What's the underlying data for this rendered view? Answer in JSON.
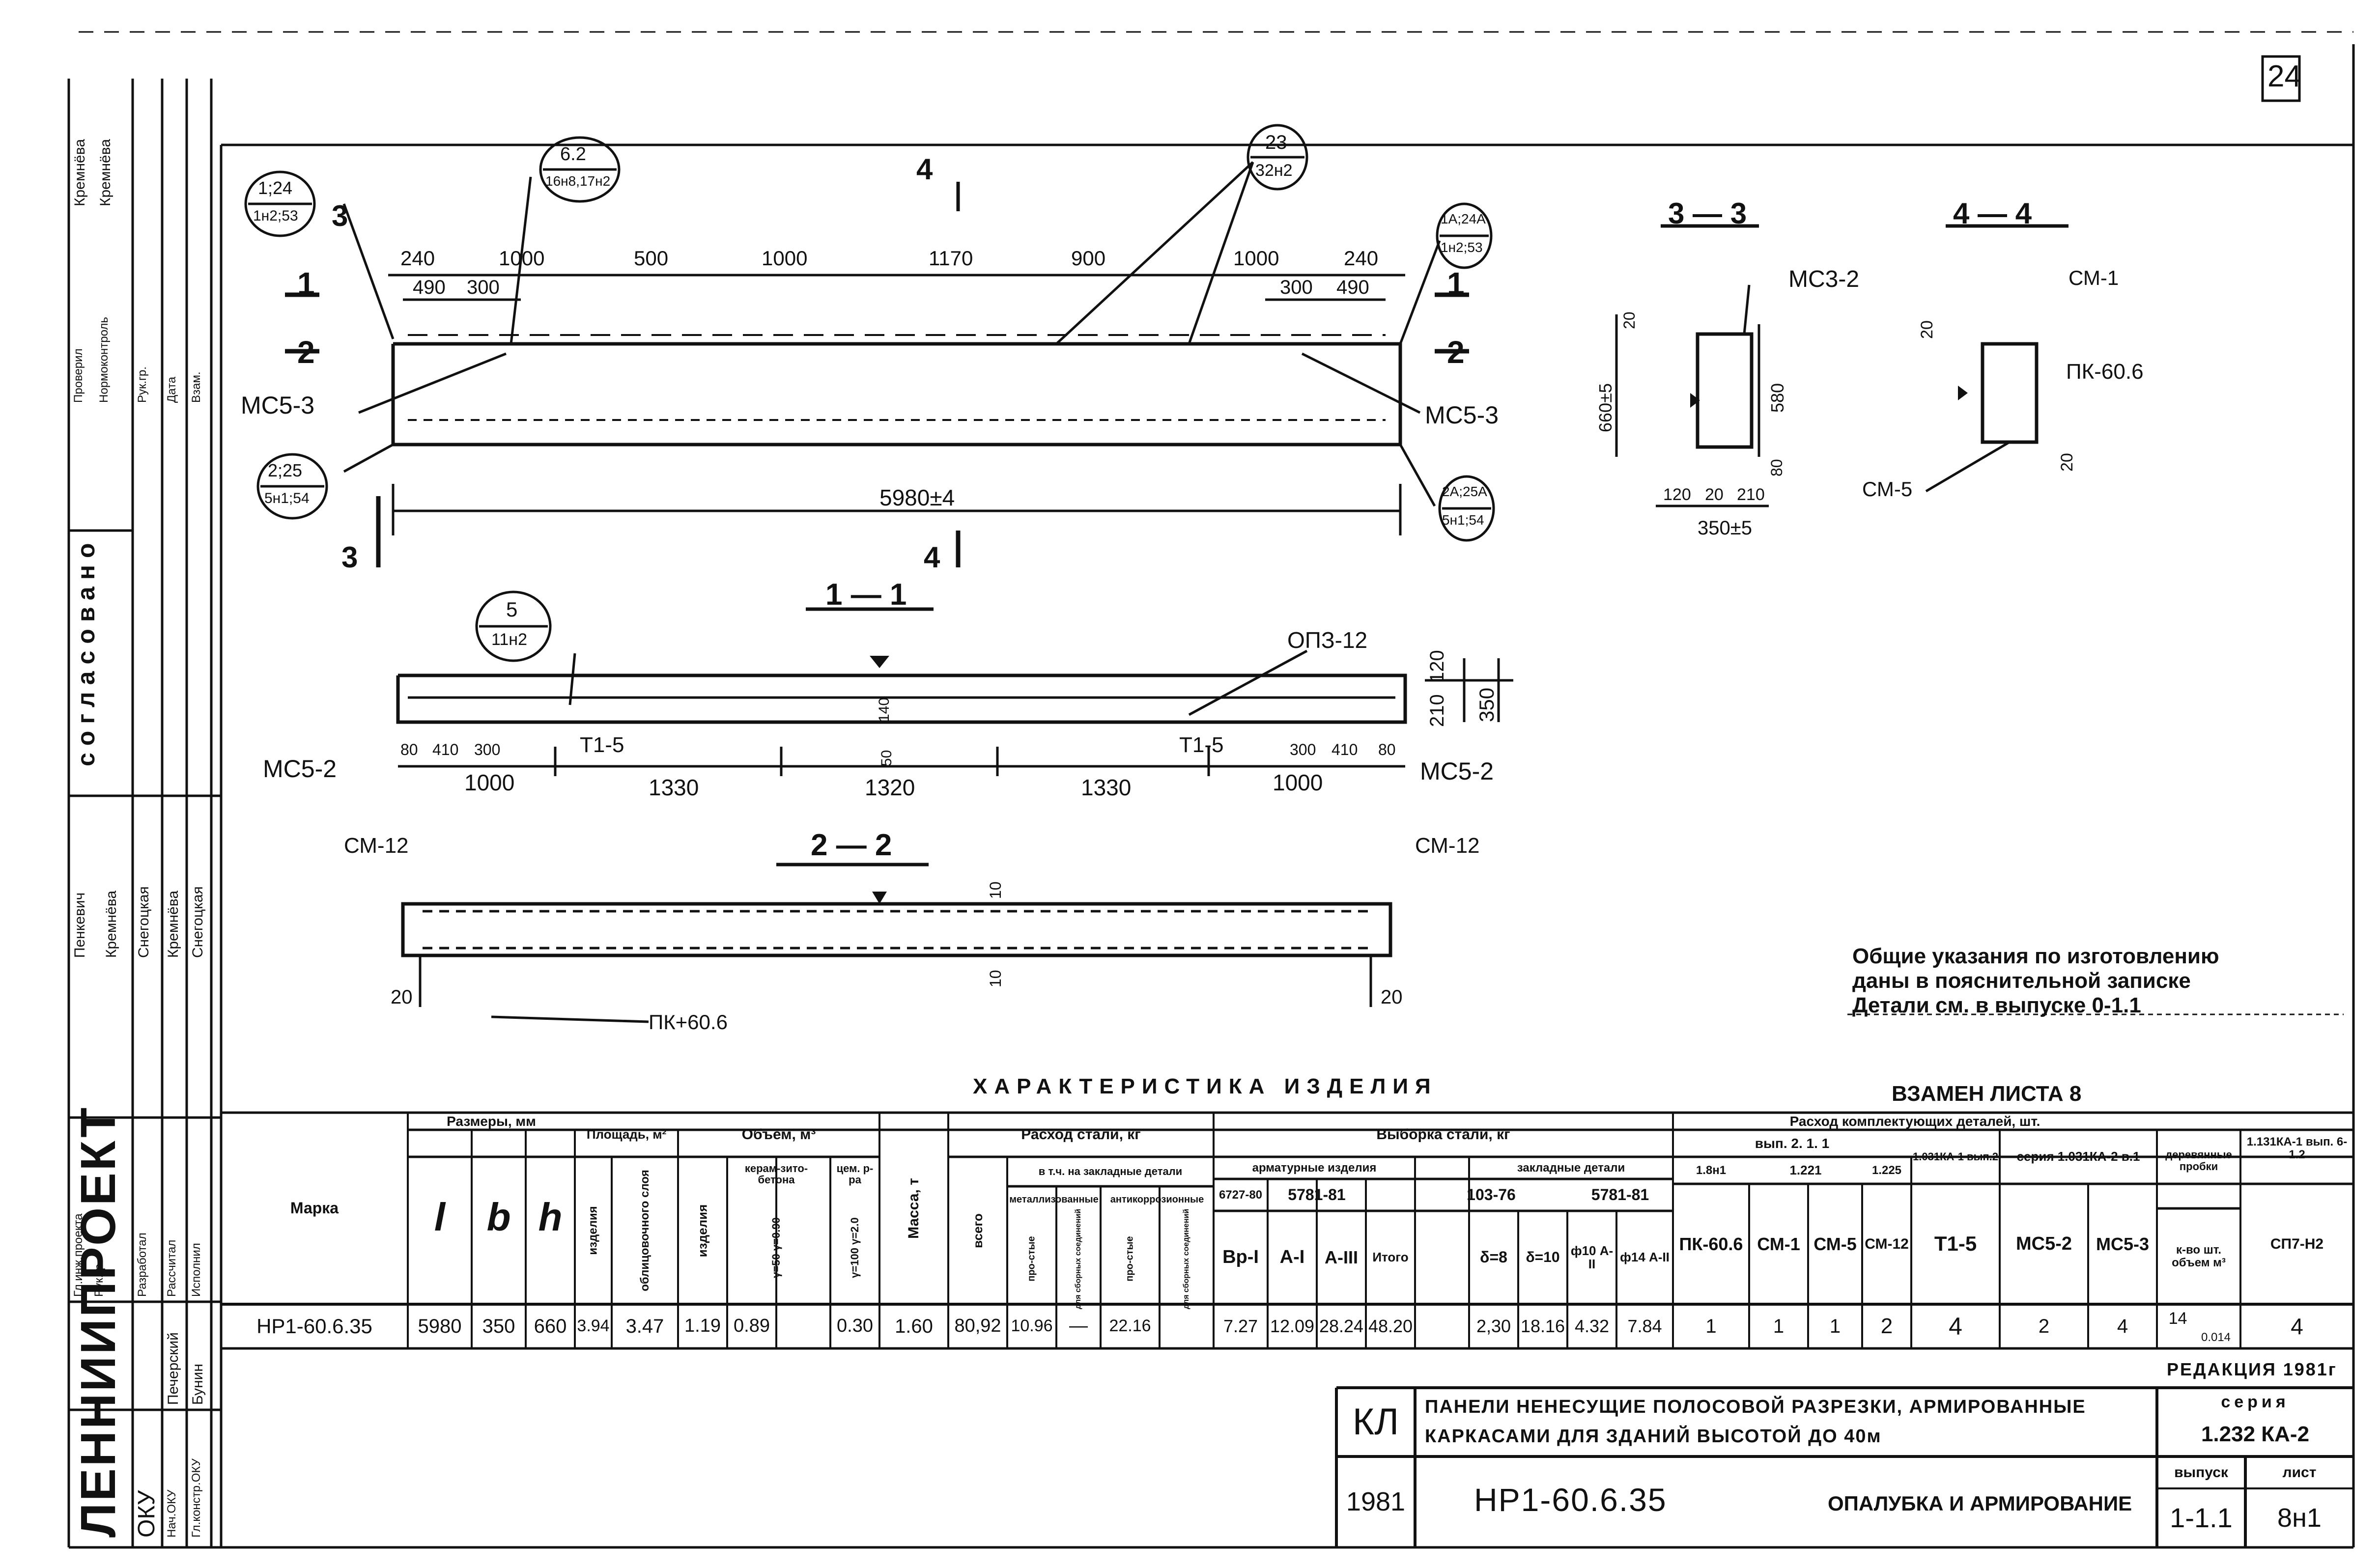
{
  "sheet": {
    "number": "24"
  },
  "sidebar": {
    "org": "ЛЕННИИПРОЕКТ",
    "dept": "ОКУ",
    "agreed": "согласовано",
    "roles": [
      "Гл.инж.проекта",
      "Рук.гр.",
      "Разработал",
      "Рассчитал",
      "Исполнил",
      "Нач.ОКУ",
      "Гл.констр.ОКУ"
    ],
    "names": [
      "Пенкевич",
      "Кремнёва",
      "Снегоцкая",
      "Кремнёва",
      "Снегоцкая",
      "Печерский",
      "Бунин"
    ],
    "top_roles": [
      "Проверил",
      "Нормоконтроль",
      "Рук.гр.",
      "Дата",
      "Взам."
    ],
    "top_names": [
      "Кремнёва",
      "Кремнёва"
    ]
  },
  "callouts": {
    "a": {
      "top": "1;24",
      "bottom": "1н2;53"
    },
    "b": {
      "top": "6.2",
      "bottom": "16н8,17н2"
    },
    "c": {
      "top": "23",
      "bottom": "32н2"
    },
    "d": {
      "top": "1А;24А",
      "bottom": "1н2;53"
    },
    "e": {
      "top": "2;25",
      "bottom": "5н1;54"
    },
    "f": {
      "top": "2А;25А",
      "bottom": "5н1;54"
    },
    "g": {
      "top": "5",
      "bottom": "11н2"
    }
  },
  "elevation": {
    "dims_top": [
      "240",
      "1000",
      "500",
      "1000",
      "1170",
      "900",
      "1000",
      "240"
    ],
    "dims_sub": [
      "490",
      "300",
      "300",
      "490"
    ],
    "overall": "5980±4",
    "marks": {
      "mc5_3_left": "МС5-3",
      "mc5_3_right": "МС5-3"
    },
    "cuts": {
      "c1": "1",
      "c2": "2",
      "c3": "3",
      "c4": "4"
    }
  },
  "section11": {
    "title": "1 — 1",
    "opz": "ОПЗ-12",
    "mc5_2": "МС5-2",
    "t1_5": "Т1-5",
    "dims_bottom": [
      "1000",
      "1330",
      "1320",
      "1330",
      "1000"
    ],
    "dims_sub": [
      "80",
      "410",
      "300",
      "300",
      "410",
      "80"
    ],
    "dims_right": [
      "120",
      "210",
      "350"
    ],
    "dim_mid": "140",
    "dim_small": "50"
  },
  "section22": {
    "title": "2 — 2",
    "cm12": "СМ-12",
    "pk": "ПК+60.6",
    "dims": [
      "20",
      "20",
      "10",
      "10"
    ]
  },
  "section33": {
    "title": "3 — 3",
    "mc3": "МС3-2",
    "dims": [
      "20",
      "660±5",
      "580",
      "80",
      "120",
      "20",
      "210",
      "350±5"
    ]
  },
  "section44": {
    "title": "4 — 4",
    "cm1": "СМ-1",
    "cm5": "СМ-5",
    "pk": "ПК-60.6",
    "dims": [
      "20",
      "20"
    ]
  },
  "notes": {
    "line1": "Общие указания по изготовлению",
    "line2": "даны в пояснительной записке",
    "line3": "Детали см. в выпуске  0-1.1",
    "replaces": "ВЗАМЕН ЛИСТА 8"
  },
  "table": {
    "title": "ХАРАКТЕРИСТИКА   ИЗДЕЛИЯ",
    "head": {
      "marka": "Марка",
      "sizes": "Размеры, мм",
      "l": "l",
      "b": "b",
      "h": "h",
      "area": "Площадь, м²",
      "area_item": "изделия",
      "area_face": "облицовочного слоя",
      "volume": "Объем, м³",
      "vol_item": "изделия",
      "vol_keram": "керам-зито-бетона",
      "vol_keram_sub": "γ=50 γ=0.90",
      "vol_cem": "цем. р-ра",
      "vol_cem_sub": "γ=100 γ=2.0",
      "mass": "Масса, т",
      "steel": "Расход стали, кг",
      "steel_total": "всего",
      "steel_incl": "в т.ч. на закладные детали",
      "steel_metal": "металлизованные",
      "steel_rust": "антикоррозионные",
      "steel_prost": "про-стые",
      "steel_forsb": "для сборных соединений",
      "vyborka": "Выборка стали,     кг",
      "armat": "арматурные изделия",
      "zaklad": "закладные детали",
      "gost1": "6727-80",
      "gost2": "5781-81",
      "gost3": "103-76",
      "gost4": "5781-81",
      "vr1": "Вр-I",
      "a1": "А-I",
      "a3": "А-III",
      "itogo": "Итого",
      "d8": "δ=8",
      "d10": "δ=10",
      "f10": "ф10 А-II",
      "f14": "ф14 А-II",
      "komplekt": "Расход комплектующих деталей, шт.",
      "vyp211": "вып. 2. 1. 1",
      "a8n1": "1.8н1",
      "a221": "1.221",
      "a225": "1.225",
      "s1031": "1.031КА-1 вып.2",
      "seria": "серия 1.031КА-2 в.1",
      "derev": "деревянные пробки",
      "s113": "1.131КА-1 вып. 6-1.2",
      "pk606": "ПК-60.6",
      "cm1": "СМ-1",
      "cm5": "СМ-5",
      "cm12": "СМ-12",
      "t15": "Т1-5",
      "mc52": "МС5-2",
      "mc53": "МС5-3",
      "kvo": "к-во шт. объем м³",
      "sp12": "СП7-Н2"
    },
    "row": {
      "marka": "НР1-60.6.35",
      "l": "5980",
      "b": "350",
      "h": "660",
      "area_item": "3.94",
      "area_face": "3.47",
      "vol_item": "1.19",
      "vol_keram": "0.89",
      "vol_cem": "0.30",
      "mass": "1.60",
      "steel_total": "80,92",
      "prost": "10.96",
      "forsb": "—",
      "rust": "22.16",
      "vr1": "7.27",
      "a1": "12.09",
      "a3": "28.24",
      "itogo": "48.20",
      "d8": "2,30",
      "d10": "18.16",
      "f10": "4.32",
      "f14": "7.84",
      "pk606": "1",
      "cm1": "1",
      "cm5": "1",
      "cm12": "2",
      "t15": "4",
      "mc52": "2",
      "mc53": "4",
      "kvo": "14",
      "kvo_vol": "0.014",
      "sp12": "4"
    }
  },
  "stamp": {
    "edition": "РЕДАКЦИЯ 1981г",
    "kl": "КЛ",
    "desc1": "ПАНЕЛИ НЕНЕСУЩИЕ ПОЛОСОВОЙ РАЗРЕЗКИ, АРМИРОВАННЫЕ",
    "desc2": "КАРКАСАМИ    ДЛЯ    ЗДАНИЙ    ВЫСОТОЙ  ДО  40м",
    "seria_label": "серия",
    "seria": "1.232 КА-2",
    "year": "1981",
    "code": "НР1-60.6.35",
    "title": "ОПАЛУБКА И АРМИРОВАНИЕ",
    "vyp_label": "выпуск",
    "vyp": "1-1.1",
    "list_label": "лист",
    "list": "8н1"
  }
}
